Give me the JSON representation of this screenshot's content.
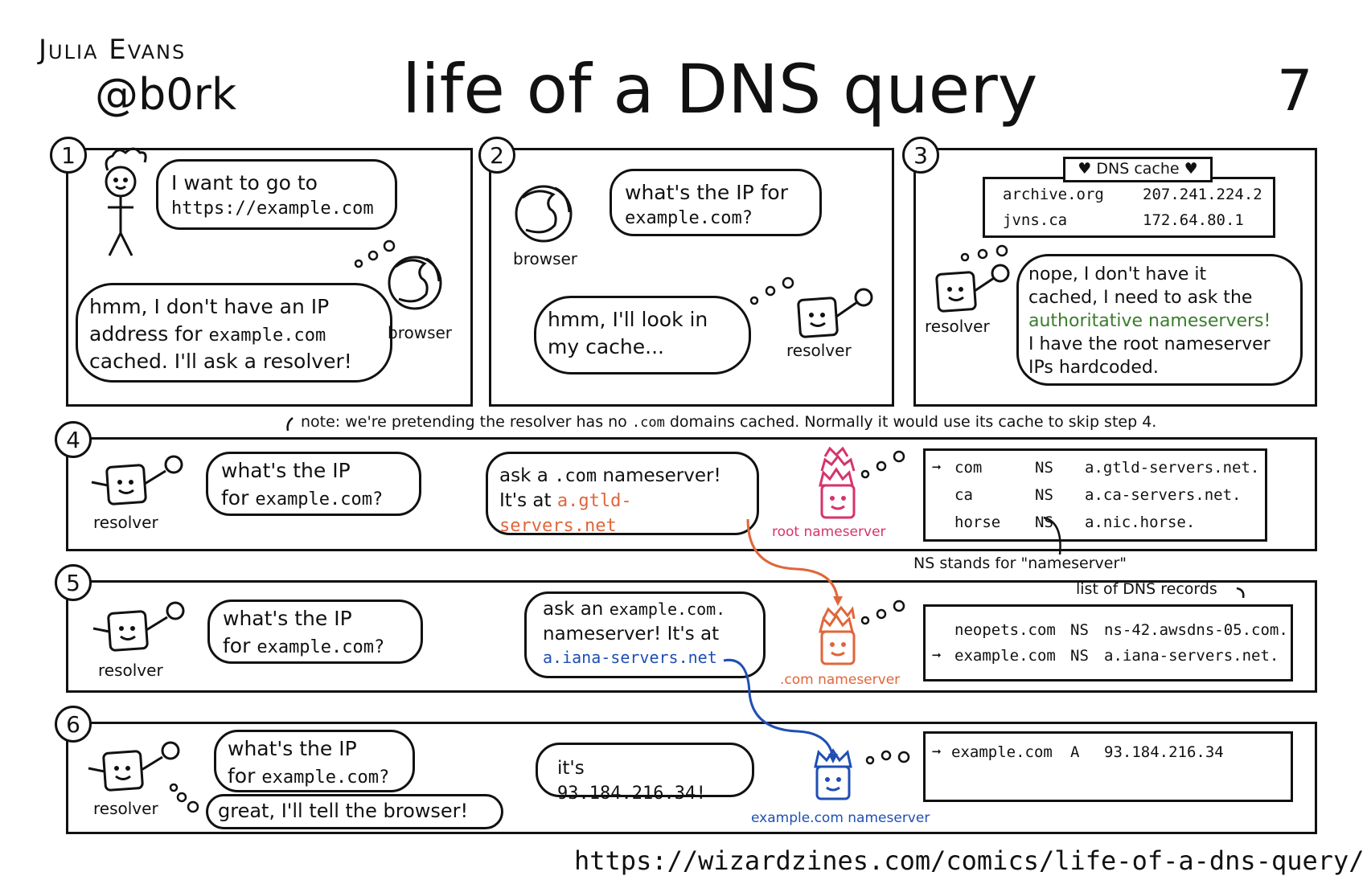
{
  "header": {
    "author": "Julia Evans",
    "handle": "@b0rk",
    "title": "life of a DNS query",
    "page_number": "7"
  },
  "footer": {
    "url": "https://wizardzines.com/comics/life-of-a-dns-query/"
  },
  "panel1": {
    "number": "1",
    "bubble_line1": "I want to go to",
    "bubble_line2": "https://example.com",
    "cloud_line1": "hmm, I don't have an IP",
    "cloud_line2a": "address for",
    "cloud_line2b": "example.com",
    "cloud_line3": "cached. I'll ask a resolver!",
    "browser_label": "browser"
  },
  "panel2": {
    "number": "2",
    "bubble_line1": "what's the IP for",
    "bubble_line2": "example.com?",
    "browser_label": "browser",
    "cloud_line1": "hmm, I'll look in",
    "cloud_line2": "my cache...",
    "resolver_label": "resolver"
  },
  "panel3": {
    "number": "3",
    "cache_title": "DNS cache",
    "cache_rows": [
      {
        "domain": "archive.org",
        "ip": "207.241.224.2"
      },
      {
        "domain": "jvns.ca",
        "ip": "172.64.80.1"
      }
    ],
    "resolver_label": "resolver",
    "cloud_line1": "nope, I don't have it",
    "cloud_line2": "cached, I need to ask the",
    "cloud_line3": "authoritative nameservers!",
    "cloud_line4": "I have the root nameserver",
    "cloud_line5": "IPs hardcoded."
  },
  "note": {
    "text_a": "note: we're pretending the resolver has no",
    "text_b": ".com",
    "text_c": "domains cached. Normally it would use its cache to skip step 4."
  },
  "panel4": {
    "number": "4",
    "resolver_label": "resolver",
    "question_line1": "what's the IP",
    "question_line2a": "for",
    "question_line2b": "example.com?",
    "answer_line1a": "ask a",
    "answer_line1b": ".com",
    "answer_line1c": "nameserver!",
    "answer_line2a": "It's at",
    "answer_line2b": "a.gtld-servers.net",
    "server_label": "root nameserver",
    "records": [
      {
        "name": "com",
        "type": "NS",
        "value": "a.gtld-servers.net."
      },
      {
        "name": "ca",
        "type": "NS",
        "value": "a.ca-servers.net."
      },
      {
        "name": "horse",
        "type": "NS",
        "value": "a.nic.horse."
      }
    ],
    "ns_note": "NS stands for \"nameserver\""
  },
  "panel5": {
    "number": "5",
    "resolver_label": "resolver",
    "question_line1": "what's the IP",
    "question_line2a": "for",
    "question_line2b": "example.com?",
    "answer_line1a": "ask an",
    "answer_line1b": "example.com.",
    "answer_line2": "nameserver! It's at",
    "answer_line3": "a.iana-servers.net",
    "server_label": ".com nameserver",
    "records_note": "list of DNS records",
    "records": [
      {
        "name": "neopets.com",
        "type": "NS",
        "value": "ns-42.awsdns-05.com."
      },
      {
        "name": "example.com",
        "type": "NS",
        "value": "a.iana-servers.net."
      }
    ]
  },
  "panel6": {
    "number": "6",
    "resolver_label": "resolver",
    "question_line1": "what's the IP",
    "question_line2a": "for",
    "question_line2b": "example.com?",
    "thought": "great, I'll tell the browser!",
    "answer_a": "it's",
    "answer_b": "93.184.216.34!",
    "server_label": "example.com nameserver",
    "records": [
      {
        "name": "example.com",
        "type": "A",
        "value": "93.184.216.34"
      }
    ]
  },
  "colors": {
    "green": "#3a7d2c",
    "orange": "#e0663a",
    "blue": "#1f4fb5",
    "pink": "#d6336c",
    "ink": "#111111"
  }
}
